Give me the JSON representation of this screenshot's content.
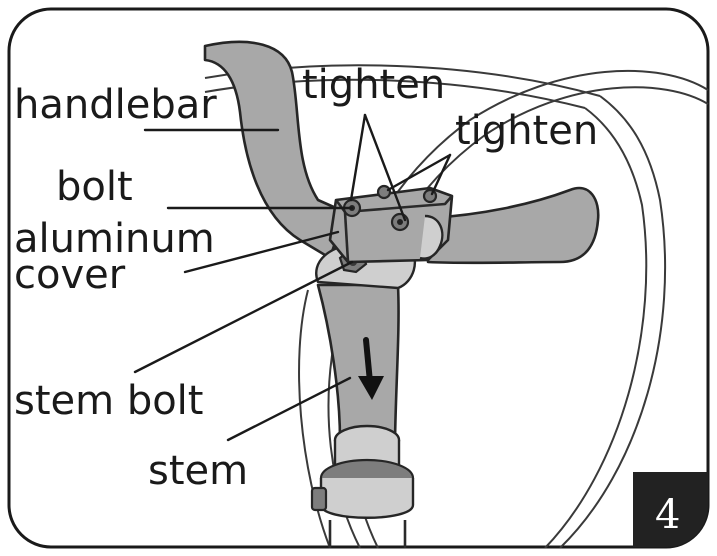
{
  "labels": {
    "handlebar": "handlebar",
    "tighten_1": "tighten",
    "tighten_2": "tighten",
    "bolt": "bolt",
    "aluminum": "aluminum",
    "cover": "cover",
    "stem_bolt": "stem bolt",
    "stem": "stem"
  },
  "step_number": "4",
  "colors": {
    "part_fill": "#a8a8a8",
    "line": "#1a1a1a",
    "badge": "#222222"
  }
}
